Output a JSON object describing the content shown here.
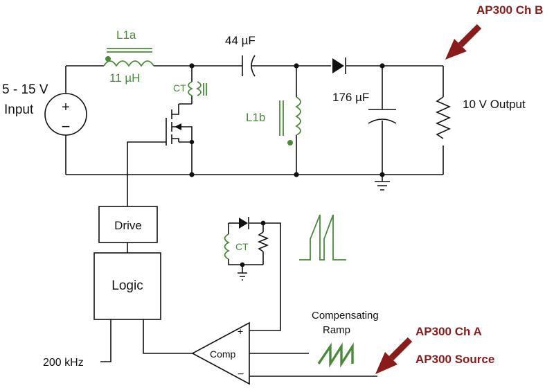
{
  "labels": {
    "l1a": "L1a",
    "l1a_value": "11 µH",
    "c_coupling": "44 µF",
    "ct_top": "CT",
    "input_range": "5 - 15 V",
    "input_word": "Input",
    "l1b": "L1b",
    "c_output": "176 µF",
    "output": "10 V Output",
    "drive": "Drive",
    "logic": "Logic",
    "ct_sense": "CT",
    "freq": "200 kHz",
    "comp": "Comp",
    "comp_plus": "+",
    "comp_minus": "−",
    "src_plus": "+",
    "src_minus": "−",
    "comp_ramp_1": "Compensating",
    "comp_ramp_2": "Ramp",
    "ap_ch_b": "AP300 Ch B",
    "ap_ch_a": "AP300 Ch A",
    "ap_source": "AP300 Source"
  },
  "colors": {
    "wire": "#111111",
    "magnetic": "#4a8a3a",
    "instrument": "#8b1a1a"
  }
}
